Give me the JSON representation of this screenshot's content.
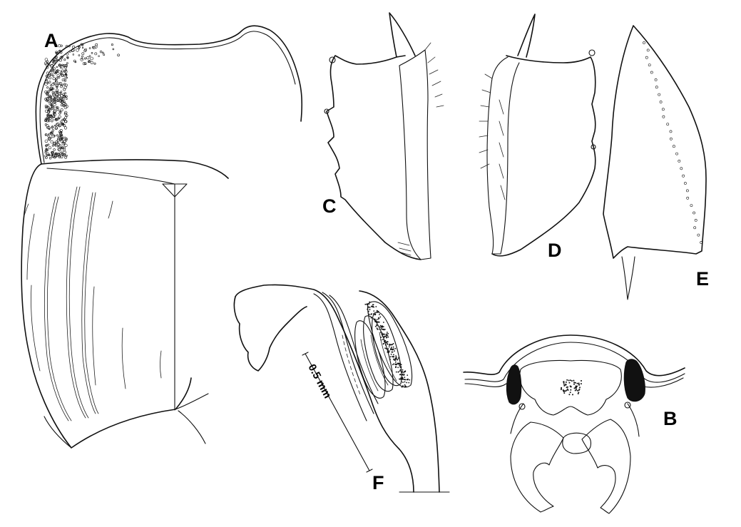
{
  "figure": {
    "panels": [
      {
        "id": "A",
        "label": "A"
      },
      {
        "id": "B",
        "label": "B"
      },
      {
        "id": "C",
        "label": "C"
      },
      {
        "id": "D",
        "label": "D"
      },
      {
        "id": "E",
        "label": "E"
      },
      {
        "id": "F",
        "label": "F"
      }
    ],
    "scale_bar": {
      "label": "0.5 mm"
    }
  }
}
